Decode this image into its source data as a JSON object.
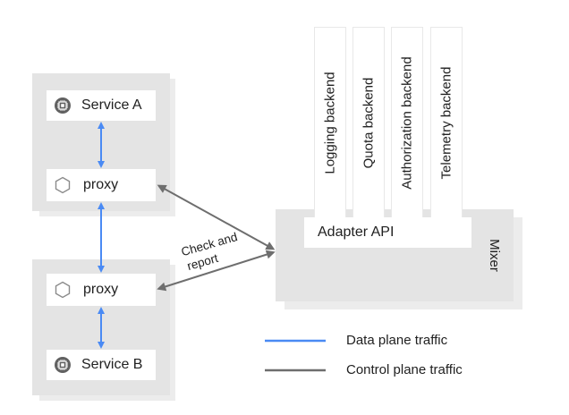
{
  "service_a": {
    "label": "Service A",
    "icon": "chip-icon"
  },
  "service_b": {
    "label": "Service B",
    "icon": "chip-icon"
  },
  "proxy_top": {
    "label": "proxy",
    "icon": "hexagon-icon"
  },
  "proxy_bottom": {
    "label": "proxy",
    "icon": "hexagon-icon"
  },
  "mixer": {
    "label": "Mixer",
    "adapter_api": "Adapter API",
    "backends": [
      "Logging backend",
      "Quota backend",
      "Authorization backend",
      "Telemetry backend"
    ]
  },
  "edge_label": {
    "line1": "Check and",
    "line2": "report"
  },
  "legend": [
    {
      "label": "Data plane traffic",
      "color": "#4a8af4"
    },
    {
      "label": "Control plane traffic",
      "color": "#6e6e6e"
    }
  ]
}
